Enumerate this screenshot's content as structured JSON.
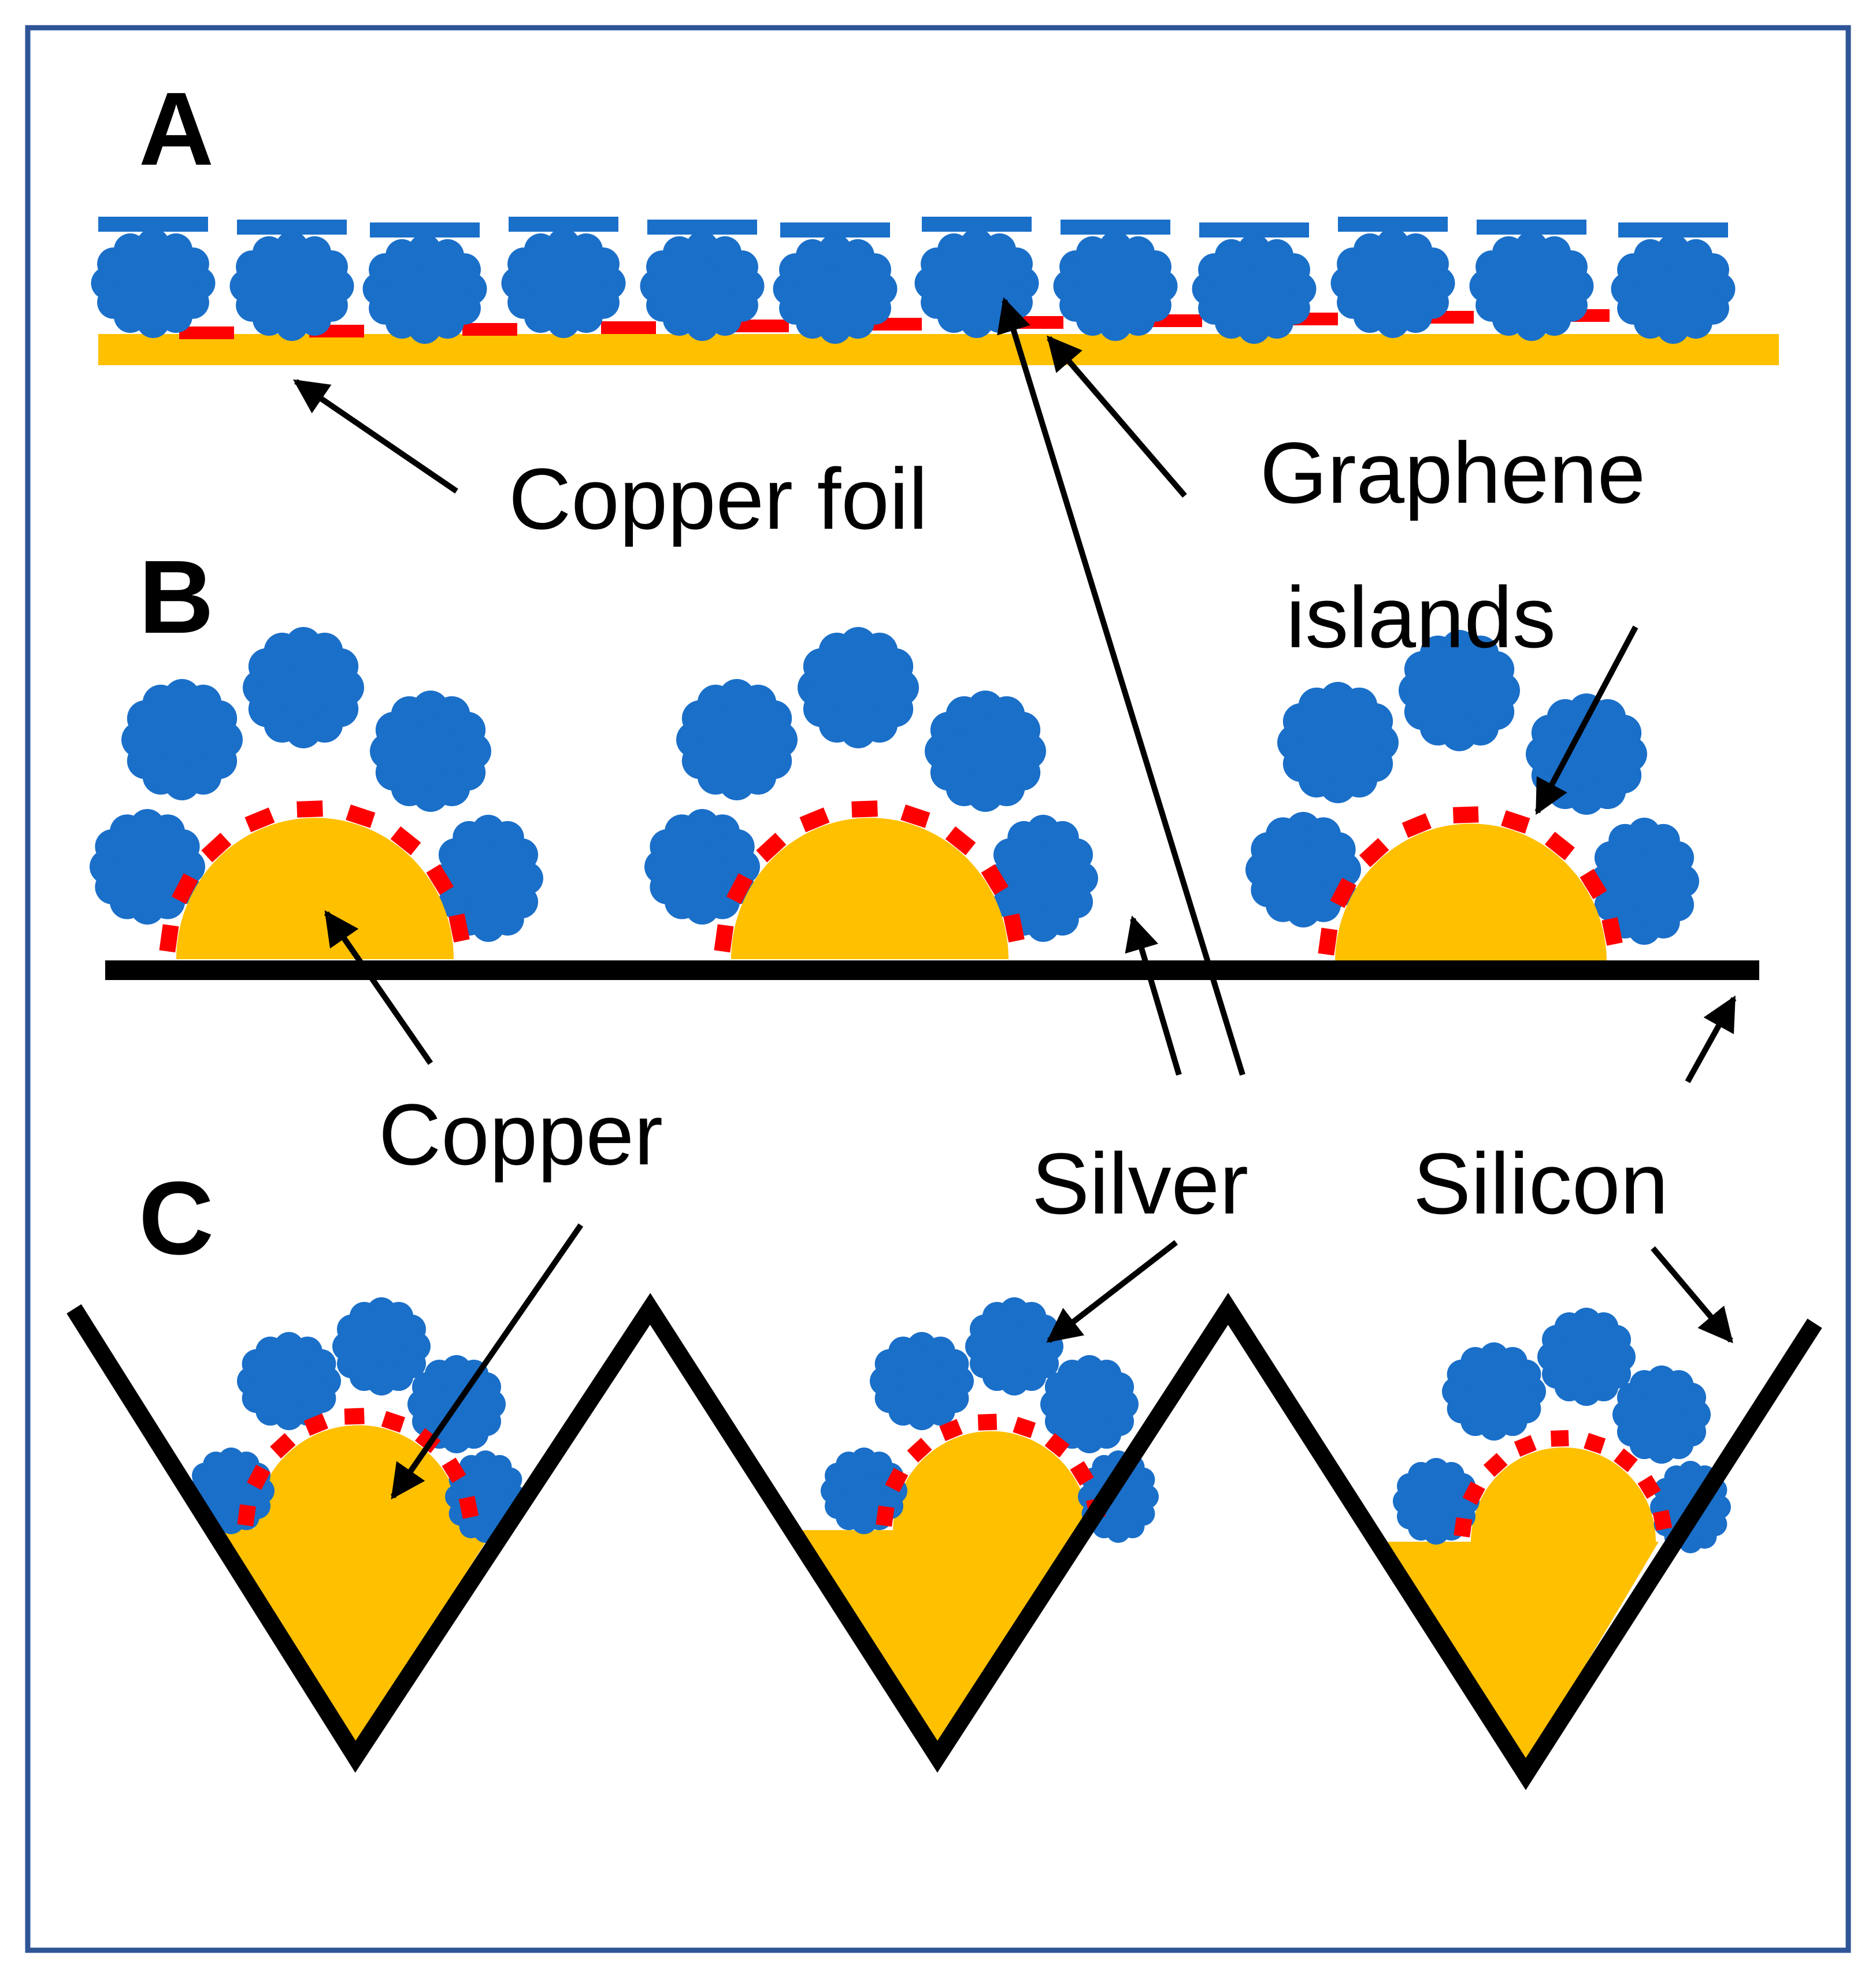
{
  "panels": [
    {
      "id": "A",
      "letter": "A"
    },
    {
      "id": "B",
      "letter": "B"
    },
    {
      "id": "C",
      "letter": "C"
    }
  ],
  "labels": {
    "copper_foil": "Copper foil",
    "graphene_line1": "Graphene",
    "graphene_line2": "islands",
    "copper": "Copper",
    "silver": "Silver",
    "silicon": "Silicon"
  },
  "colors": {
    "frame": "#2f5597",
    "silver_particles": "#1a6fc9",
    "copper": "#ffc000",
    "graphene": "#ff0000",
    "silicon": "#000000",
    "arrows": "#000000",
    "background": "#ffffff"
  }
}
